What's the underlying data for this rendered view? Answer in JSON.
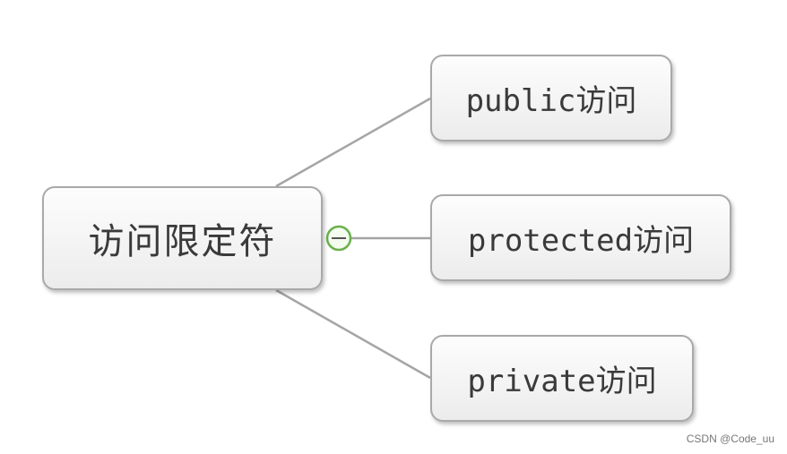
{
  "root": {
    "label": "访问限定符"
  },
  "children": [
    {
      "label": "public访问"
    },
    {
      "label": "protected访问"
    },
    {
      "label": "private访问"
    }
  ],
  "collapse_toggle": {
    "icon": "collapse-icon",
    "color": "#6ab04c"
  },
  "watermark": "CSDN @Code_uu",
  "colors": {
    "connector": "#a5a5a5",
    "node_border": "#a9a9a9",
    "text": "#3a3a3a"
  }
}
